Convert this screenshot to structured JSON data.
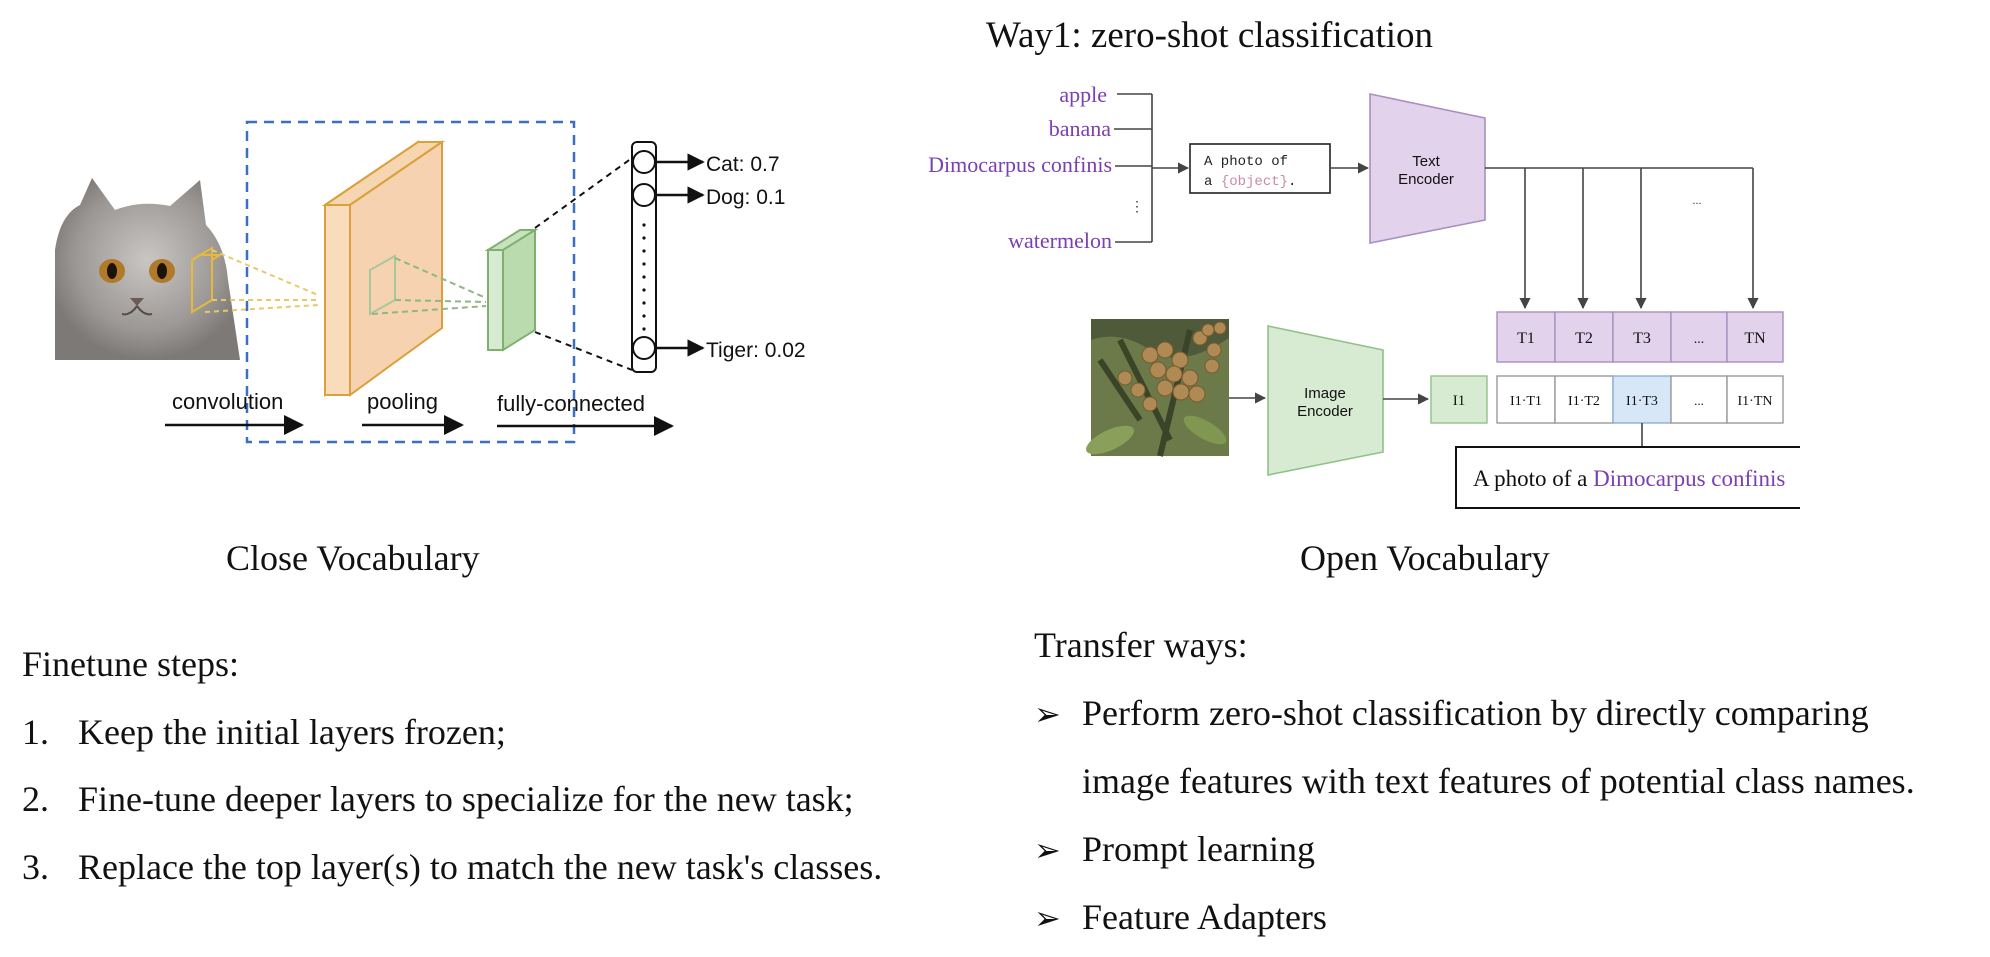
{
  "colors": {
    "purple": "#7a3fb0",
    "purple_fill": "#e2d2ec",
    "green_fill": "#d7ebd2",
    "orange_fill": "#f7d2b0",
    "blue_dash": "#3a6fc4",
    "highlight_cell": "#d8e7f7"
  },
  "left": {
    "labels": {
      "cat": "Cat: 0.7",
      "dog": "Dog: 0.1",
      "tiger": "Tiger: 0.02",
      "convolution": "convolution",
      "pooling": "pooling",
      "fully_connected": "fully-connected"
    },
    "caption": "Close Vocabulary",
    "finetune_title": "Finetune steps:",
    "steps": [
      {
        "num": "1.",
        "text": "Keep the initial layers frozen;"
      },
      {
        "num": "2.",
        "text": "Fine-tune deeper layers to specialize for the new task;"
      },
      {
        "num": "3.",
        "text": "Replace the top layer(s) to match the new task's classes."
      }
    ]
  },
  "right": {
    "title": "Way1: zero-shot classification",
    "classes": [
      "apple",
      "banana",
      "Dimocarpus confinis",
      "watermelon"
    ],
    "vertical_ellipsis": "⋮",
    "prompt_line1": "A photo of",
    "prompt_line2_prefix": "a ",
    "prompt_object": "{object}",
    "prompt_line2_suffix": ".",
    "text_encoder": [
      "Text",
      "Encoder"
    ],
    "image_encoder": [
      "Image",
      "Encoder"
    ],
    "ellipsis": "...",
    "t_cells": [
      "T1",
      "T2",
      "T3",
      "...",
      "TN"
    ],
    "i_label": "I1",
    "i_cells": [
      "I1·T1",
      "I1·T2",
      "I1·T3",
      "...",
      "I1·TN"
    ],
    "result_prefix": "A photo of a ",
    "result_class": "Dimocarpus confinis",
    "caption": "Open Vocabulary",
    "transfer_title": "Transfer ways:",
    "bullet_symbol": "➢",
    "ways": [
      "Perform zero-shot classification by directly comparing",
      "image features with text features of potential class names.",
      "Prompt learning",
      "Feature Adapters"
    ]
  }
}
